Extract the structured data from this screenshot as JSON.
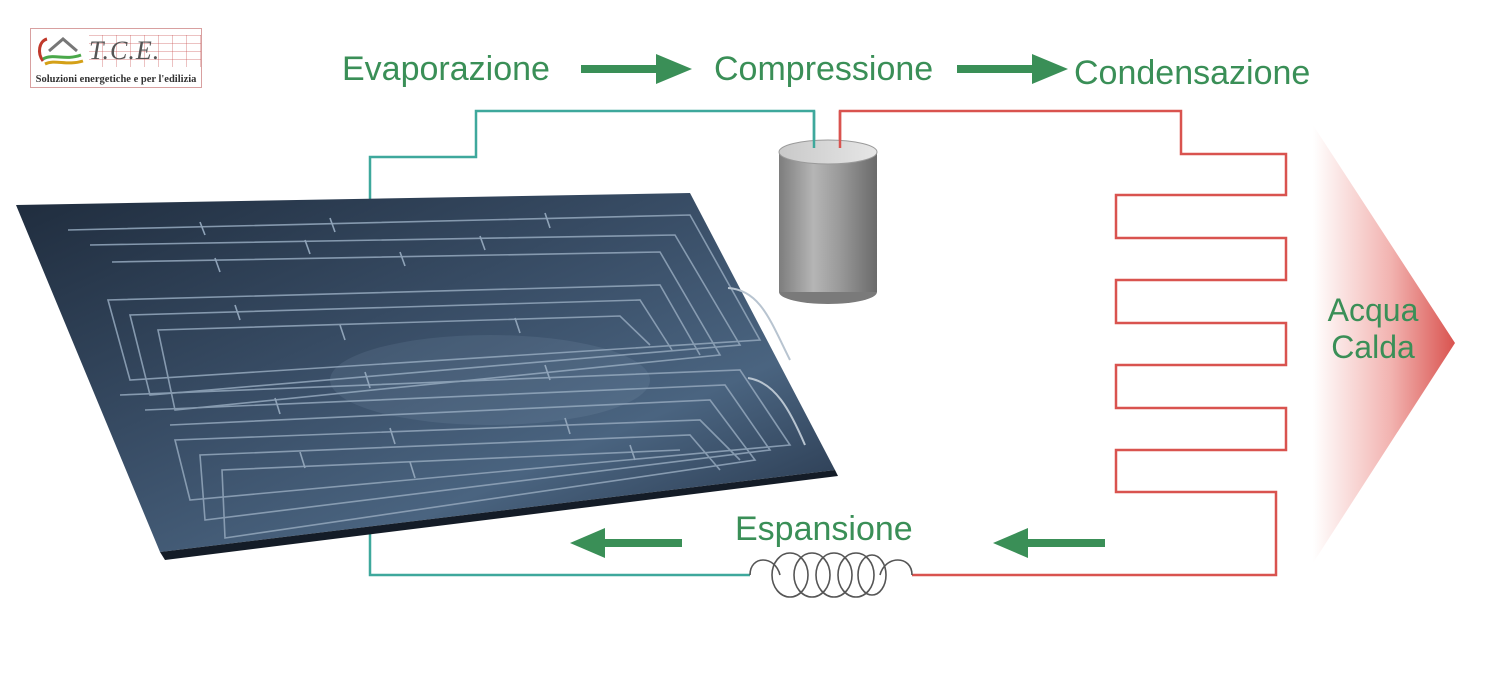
{
  "logo": {
    "name": "T.C.E.",
    "tagline": "Soluzioni energetiche e per l'edilizia"
  },
  "cycle": {
    "evaporation": "Evaporazione",
    "compression": "Compressione",
    "condensation": "Condensazione",
    "expansion": "Espansione"
  },
  "outlet": {
    "line1": "Acqua",
    "line2": "Calda"
  },
  "colors": {
    "label_green": "#3a8f57",
    "cold_line": "#3ea89c",
    "hot_line": "#d9534f",
    "panel": "#2b3b50",
    "compressor": "#9a9a9a"
  },
  "icons": [
    "house-logo-icon",
    "arrow-right-icon",
    "arrow-left-icon",
    "solar-panel-icon",
    "compressor-icon",
    "expansion-coil-icon",
    "condenser-coil-icon",
    "hot-water-arrow-icon"
  ]
}
